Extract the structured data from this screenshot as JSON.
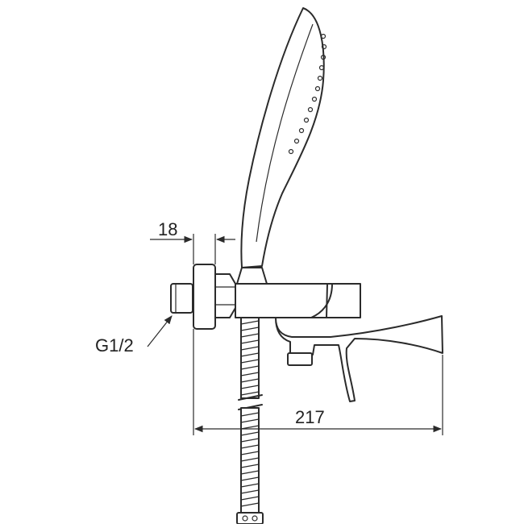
{
  "dimensions": {
    "wall_offset": "18",
    "overall_depth": "217",
    "thread_size": "G1/2"
  },
  "colors": {
    "line": "#2b2b2b",
    "background": "#ffffff"
  }
}
